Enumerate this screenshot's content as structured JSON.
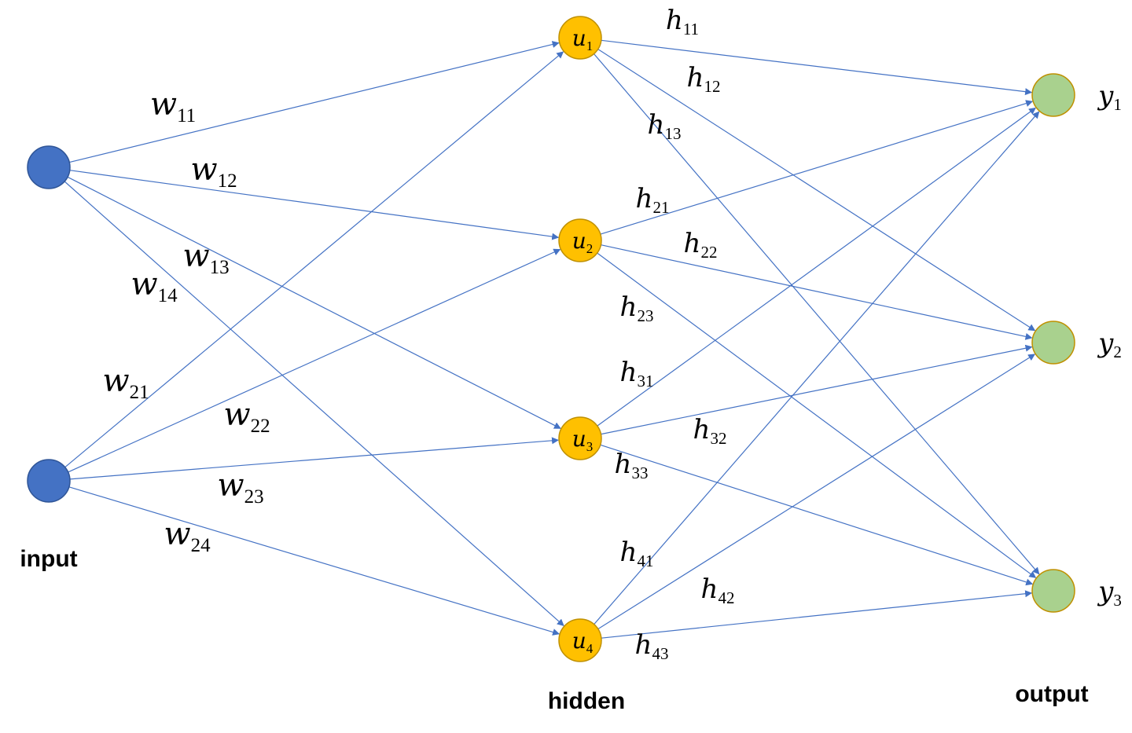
{
  "layers": {
    "input": {
      "label": "input"
    },
    "hidden": {
      "label": "hidden"
    },
    "output": {
      "label": "output"
    }
  },
  "nodes": {
    "input": [
      {
        "id": "x1",
        "label": ""
      },
      {
        "id": "x2",
        "label": ""
      }
    ],
    "hidden": [
      {
        "id": "u1",
        "base": "u",
        "sub": "1"
      },
      {
        "id": "u2",
        "base": "u",
        "sub": "2"
      },
      {
        "id": "u3",
        "base": "u",
        "sub": "3"
      },
      {
        "id": "u4",
        "base": "u",
        "sub": "4"
      }
    ],
    "output": [
      {
        "id": "y1",
        "base": "y",
        "sub": "1"
      },
      {
        "id": "y2",
        "base": "y",
        "sub": "2"
      },
      {
        "id": "y3",
        "base": "y",
        "sub": "3"
      }
    ]
  },
  "weights": [
    {
      "from": "x1",
      "to": "u1",
      "base": "w",
      "sub": "11"
    },
    {
      "from": "x1",
      "to": "u2",
      "base": "w",
      "sub": "12"
    },
    {
      "from": "x1",
      "to": "u3",
      "base": "w",
      "sub": "13"
    },
    {
      "from": "x1",
      "to": "u4",
      "base": "w",
      "sub": "14"
    },
    {
      "from": "x2",
      "to": "u1",
      "base": "w",
      "sub": "21"
    },
    {
      "from": "x2",
      "to": "u2",
      "base": "w",
      "sub": "22"
    },
    {
      "from": "x2",
      "to": "u3",
      "base": "w",
      "sub": "23"
    },
    {
      "from": "x2",
      "to": "u4",
      "base": "w",
      "sub": "24"
    },
    {
      "from": "u1",
      "to": "y1",
      "base": "h",
      "sub": "11"
    },
    {
      "from": "u1",
      "to": "y2",
      "base": "h",
      "sub": "12"
    },
    {
      "from": "u1",
      "to": "y3",
      "base": "h",
      "sub": "13"
    },
    {
      "from": "u2",
      "to": "y1",
      "base": "h",
      "sub": "21"
    },
    {
      "from": "u2",
      "to": "y2",
      "base": "h",
      "sub": "22"
    },
    {
      "from": "u2",
      "to": "y3",
      "base": "h",
      "sub": "23"
    },
    {
      "from": "u3",
      "to": "y1",
      "base": "h",
      "sub": "31"
    },
    {
      "from": "u3",
      "to": "y2",
      "base": "h",
      "sub": "32"
    },
    {
      "from": "u3",
      "to": "y3",
      "base": "h",
      "sub": "33"
    },
    {
      "from": "u4",
      "to": "y1",
      "base": "h",
      "sub": "41"
    },
    {
      "from": "u4",
      "to": "y2",
      "base": "h",
      "sub": "42"
    },
    {
      "from": "u4",
      "to": "y3",
      "base": "h",
      "sub": "43"
    }
  ],
  "colors": {
    "edge": "#4472C4",
    "input_node": "#4472C4",
    "hidden_node": "#FFC000",
    "output_node": "#A9D18E"
  }
}
